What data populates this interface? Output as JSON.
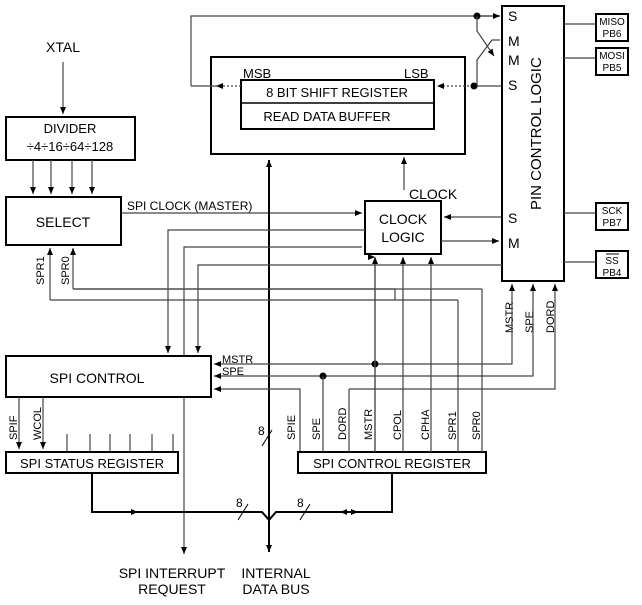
{
  "title": "SPI Block Diagram",
  "inputs": {
    "xtal": "XTAL"
  },
  "divider": {
    "title": "DIVIDER",
    "ratios": "÷4÷16÷64÷128"
  },
  "select": {
    "title": "SELECT"
  },
  "spi_clock_label": "SPI CLOCK (MASTER)",
  "shift_register": {
    "msb": "MSB",
    "lsb": "LSB",
    "register": "8 BIT SHIFT REGISTER",
    "buffer": "READ DATA BUFFER"
  },
  "clock_logic": {
    "line1": "CLOCK",
    "line2": "LOGIC",
    "out_label": "CLOCK"
  },
  "pin_control": {
    "title": "PIN CONTROL LOGIC",
    "ports": [
      "S",
      "M",
      "M",
      "S",
      "S",
      "M"
    ]
  },
  "pins": [
    {
      "name": "MISO",
      "port": "PB6"
    },
    {
      "name": "MOSI",
      "port": "PB5"
    },
    {
      "name": "SCK",
      "port": "PB7"
    },
    {
      "name": "SS",
      "port": "PB4",
      "overline": true
    }
  ],
  "spi_control": {
    "title": "SPI CONTROL",
    "inputs": [
      "MSTR",
      "SPE"
    ]
  },
  "select_inputs": [
    "SPR1",
    "SPR0"
  ],
  "pin_control_inputs": [
    "MSTR",
    "SPE",
    "DORD"
  ],
  "status_register": {
    "title": "SPI STATUS REGISTER",
    "bits": [
      "SPIF",
      "WCOL"
    ]
  },
  "control_register": {
    "title": "SPI CONTROL REGISTER",
    "bits": [
      "SPIE",
      "SPE",
      "DORD",
      "MSTR",
      "CPOL",
      "CPHA",
      "SPR1",
      "SPR0"
    ]
  },
  "bus_width": "8",
  "outputs": {
    "interrupt_line1": "SPI INTERRUPT",
    "interrupt_line2": "REQUEST",
    "bus_line1": "INTERNAL",
    "bus_line2": "DATA BUS"
  }
}
